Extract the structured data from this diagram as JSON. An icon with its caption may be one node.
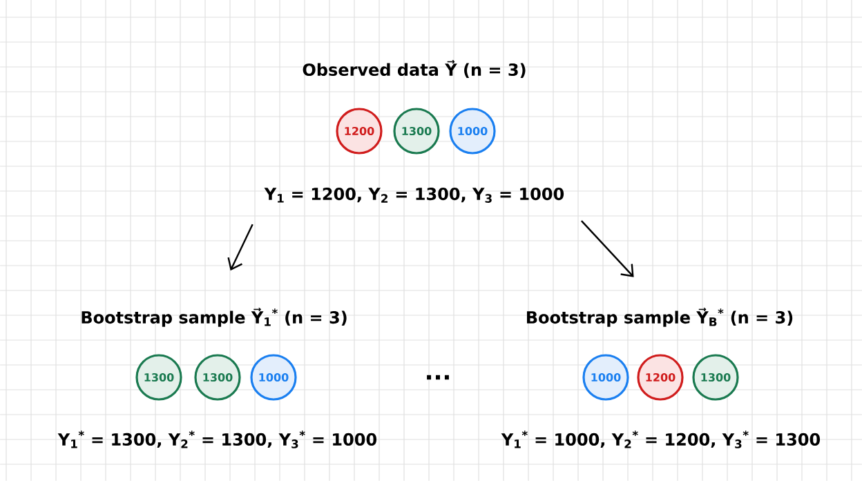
{
  "diagram": {
    "nodes": [
      {
        "text": [
          "1200"
        ]
      },
      {
        "text": [
          "1300"
        ]
      },
      {
        "text": [
          "1000"
        ]
      },
      {
        "text": [
          "Y$_{1}$ = 1200, Y$_{2}$ = 1300, Y$_{3}$ = 1000"
        ]
      },
      {
        "text": [
          "Bootstrap sample Y⃗$_{1}$$^{*}$ (n = 3)"
        ]
      },
      {
        "text": [
          "1300"
        ]
      },
      {
        "text": [
          "1300"
        ]
      },
      {
        "text": [
          "1000"
        ]
      },
      {
        "text": [
          "Y$_{1}$$^{*}$ = 1300, Y$_{2}$$^{*}$ = 1300, Y$_{3}$$^{*}$ = 1000"
        ]
      },
      {
        "text": [
          "Bootstrap sample Y⃗$_{B}$$^{*}$ (n = 3)"
        ]
      },
      {
        "text": [
          "1000"
        ]
      },
      {
        "text": [
          "1200"
        ]
      },
      {
        "text": [
          "1300"
        ]
      },
      {
        "text": [
          "Y$_{1}$$^{*}$ = 1000, Y$_{2}$$^{*}$ = 1200, Y$_{3}$$^{*}$ = 1300"
        ]
      }
    ],
    "edges": [
      {
        "from": 3,
        "to": 4,
        "arrow": "to"
      },
      {
        "from": 3,
        "to": 9,
        "arrow": "to"
      }
    ],
    "labels": [
      "Observed data Y⃗ (n = 3)",
      "..."
    ]
  }
}
